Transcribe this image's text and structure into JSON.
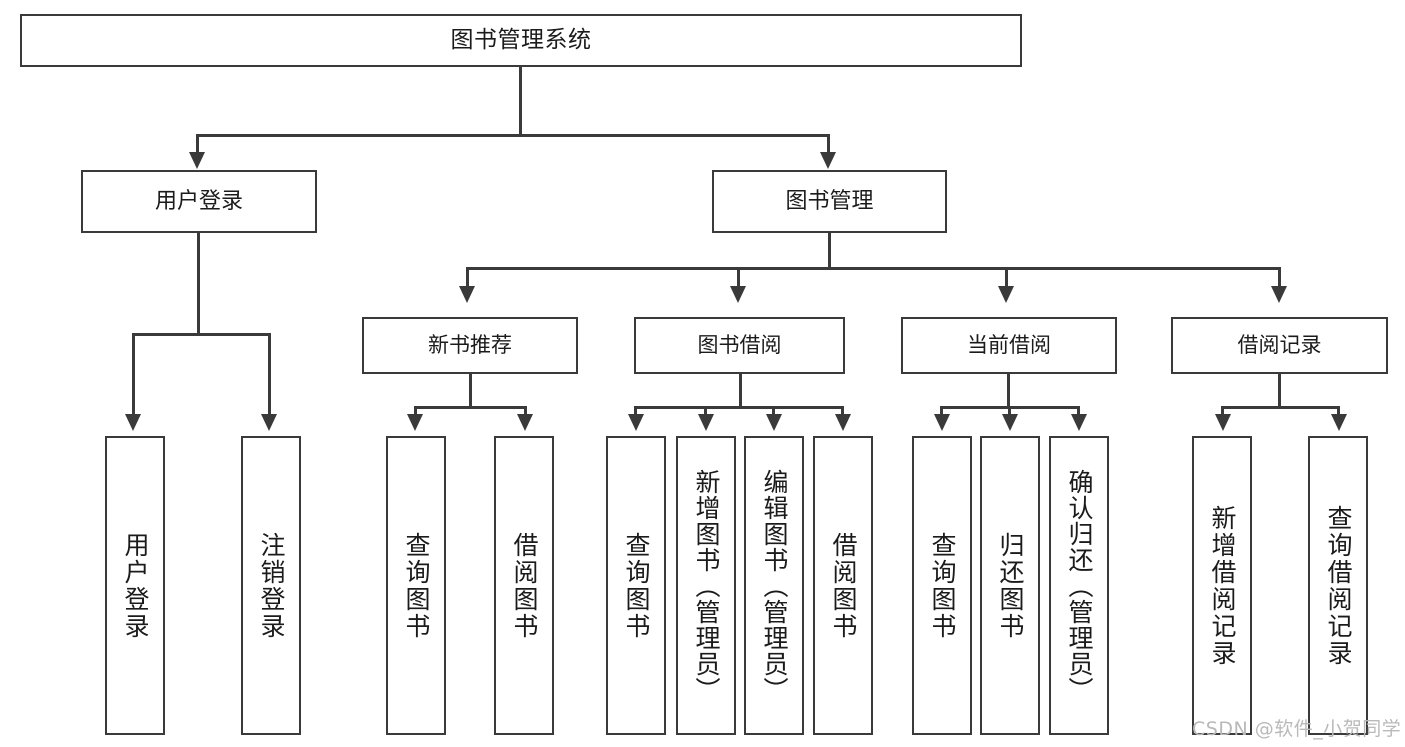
{
  "diagram": {
    "type": "tree-hierarchy-chart",
    "title_text": "图书管理系统",
    "root": {
      "label": "图书管理系统"
    },
    "level2": [
      {
        "label": "用户登录"
      },
      {
        "label": "图书管理"
      }
    ],
    "level3": [
      {
        "label": "新书推荐"
      },
      {
        "label": "图书借阅"
      },
      {
        "label": "当前借阅"
      },
      {
        "label": "借阅记录"
      }
    ],
    "leaves": {
      "user_login": [
        {
          "label": "用户登录"
        },
        {
          "label": "注销登录"
        }
      ],
      "new_book_recommend": [
        {
          "label": "查询图书"
        },
        {
          "label": "借阅图书"
        }
      ],
      "book_borrow": [
        {
          "label": "查询图书"
        },
        {
          "label": "新增图书（管理员）"
        },
        {
          "label": "编辑图书（管理员）"
        },
        {
          "label": "借阅图书"
        }
      ],
      "current_borrow": [
        {
          "label": "查询图书"
        },
        {
          "label": "归还图书"
        },
        {
          "label": "确认归还（管理员）"
        }
      ],
      "borrow_record": [
        {
          "label": "新增借阅记录"
        },
        {
          "label": "查询借阅记录"
        }
      ]
    },
    "watermark": "CSDN @软件_小贺同学",
    "colors": {
      "stroke": "#3a3a3a",
      "fill": "#ffffff",
      "text": "#1b1b1b",
      "watermark": "#b9b9b9"
    }
  }
}
